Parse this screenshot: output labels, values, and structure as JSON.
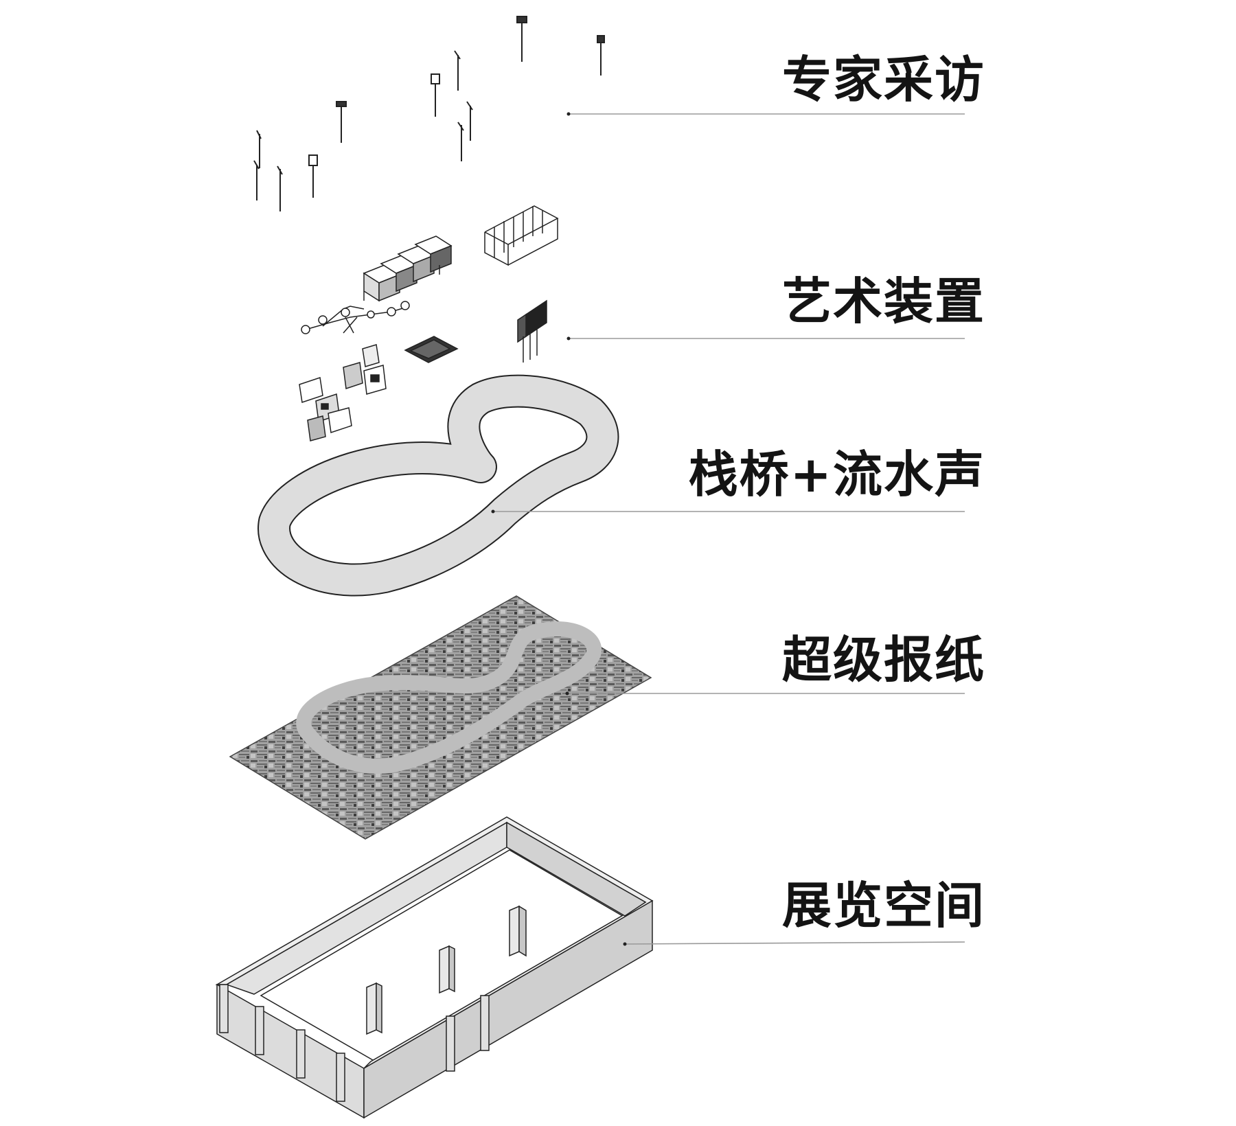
{
  "layers": [
    {
      "label": "专家采访"
    },
    {
      "label": "艺术装置"
    },
    {
      "label": "栈桥+流水声"
    },
    {
      "label": "超级报纸"
    },
    {
      "label": "展览空间"
    }
  ],
  "colors": {
    "line": "#222222",
    "leader": "#9a9a9a",
    "path_fill": "#dddddd",
    "paper": "#9b9b9b",
    "wall_top": "#eeeeee",
    "wall_side": "#d6d6d6"
  }
}
